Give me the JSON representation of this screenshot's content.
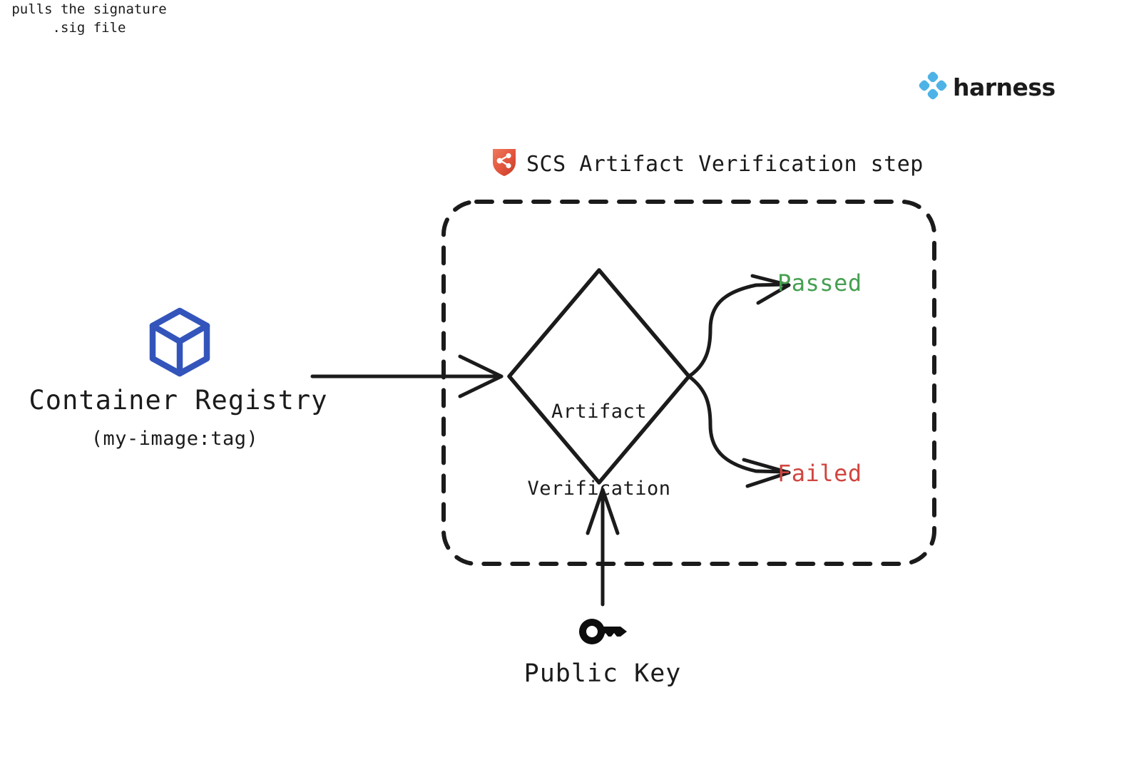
{
  "brand": {
    "logo_icon": "harness-diamond-logo-icon",
    "wordmark": "harness",
    "logo_color": "#4DB3E6",
    "wordmark_color": "#1B1B1B"
  },
  "diagram": {
    "title": "SCS Artifact Verification step",
    "title_icon": "scs-shield-icon",
    "title_icon_color": "#E2543C",
    "container": {
      "style": "dashed-rounded-rectangle",
      "stroke_color": "#1B1B1B"
    },
    "nodes": {
      "registry": {
        "icon": "container-cube-icon",
        "icon_color": "#3355BB",
        "title": "Container Registry",
        "subtitle": "(my-image:tag)"
      },
      "decision": {
        "shape": "diamond",
        "line1": "Artifact",
        "line2": "Verification"
      },
      "public_key": {
        "icon": "key-icon",
        "icon_color": "#0D0D0D",
        "label": "Public Key"
      }
    },
    "edges": {
      "registry_to_decision": {
        "caption_line1": "pulls the signature",
        "caption_line2": ".sig file"
      },
      "decision_to_passed": {
        "label": "Passed"
      },
      "decision_to_failed": {
        "label": "Failed"
      },
      "key_to_decision": {
        "label": ""
      }
    },
    "outcomes": [
      {
        "label": "Passed",
        "color": "#45A050"
      },
      {
        "label": "Failed",
        "color": "#D0453F"
      }
    ],
    "outcome_passed": "Passed",
    "outcome_failed": "Failed"
  }
}
